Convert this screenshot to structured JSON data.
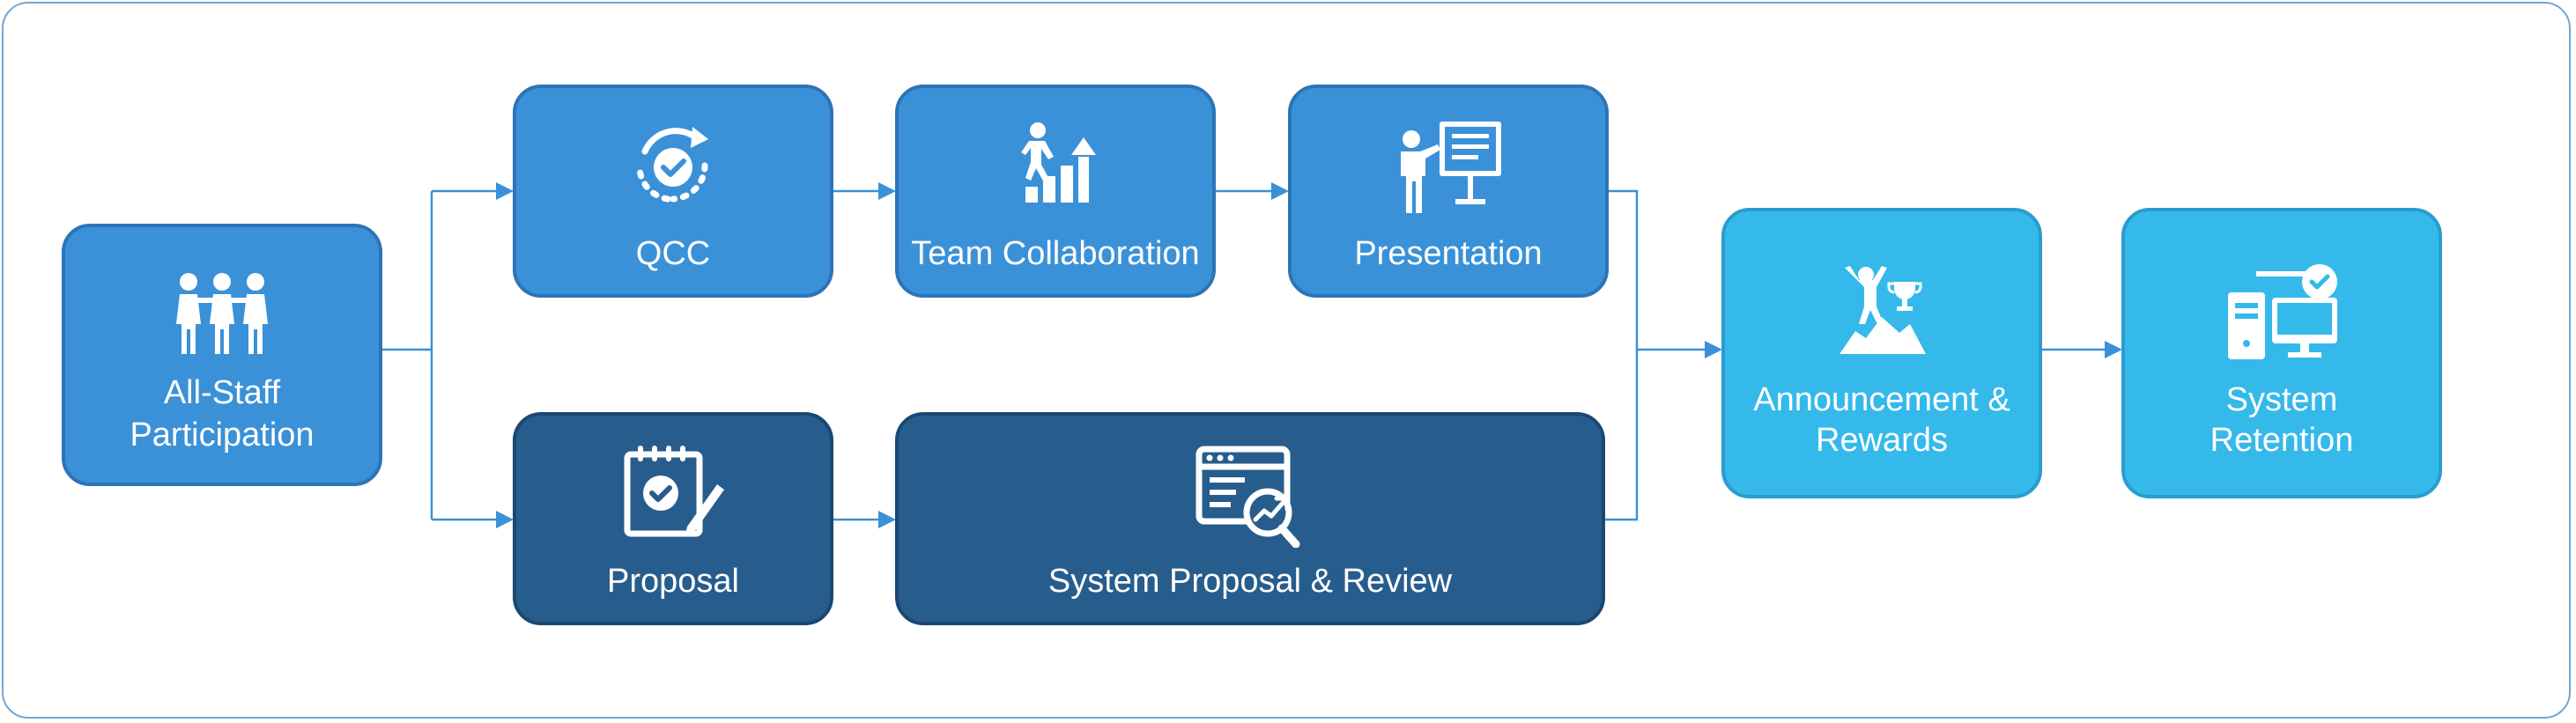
{
  "colors": {
    "mid_blue": "#3a91d8",
    "mid_border": "#2c74b8",
    "dark_blue": "#275d8d",
    "dark_border": "#1b4872",
    "light_blue": "#35b9ea",
    "light_border": "#2a9cd0",
    "connector": "#3a91d8"
  },
  "nodes": {
    "all_staff": {
      "line1": "All-Staff",
      "line2": "Participation",
      "icon": "group-people-icon"
    },
    "qcc": {
      "label": "QCC",
      "icon": "cycle-check-icon"
    },
    "team": {
      "label": "Team Collaboration",
      "icon": "climbing-bars-icon"
    },
    "presentation": {
      "label": "Presentation",
      "icon": "presenter-board-icon"
    },
    "proposal": {
      "label": "Proposal",
      "icon": "notepad-check-pencil-icon"
    },
    "system_review": {
      "label": "System Proposal & Review",
      "icon": "window-chart-magnifier-icon"
    },
    "announcement": {
      "line1": "Announcement &",
      "line2": "Rewards",
      "icon": "summit-trophy-icon"
    },
    "retention": {
      "line1": "System",
      "line2": "Retention",
      "icon": "computer-check-icon"
    }
  }
}
